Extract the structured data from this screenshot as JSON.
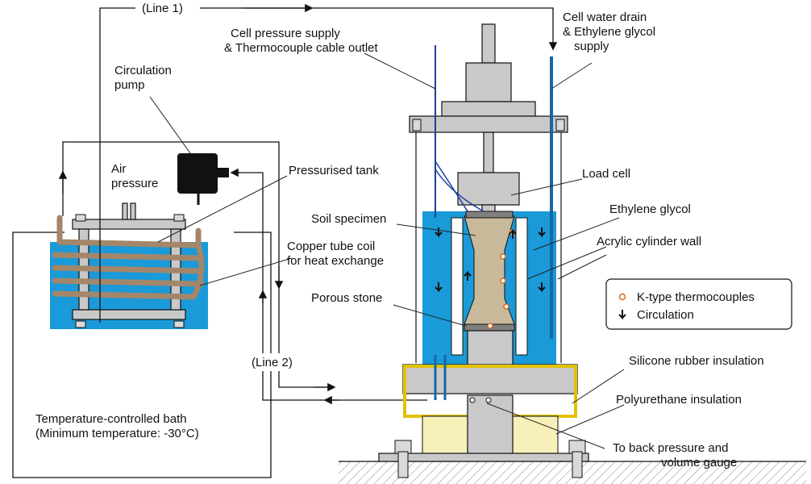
{
  "labels": {
    "line1": "(Line 1)",
    "line2": "(Line 2)",
    "circulation_pump": [
      "Circulation",
      "pump"
    ],
    "air_pressure": [
      "Air",
      "pressure"
    ],
    "pressurised_tank": "Pressurised tank",
    "copper_tube_coil": [
      "Copper tube coil",
      "for heat exchange"
    ],
    "bath": [
      "Temperature-controlled bath",
      "(Minimum temperature: -30°C)"
    ],
    "cell_pressure_supply": [
      "Cell pressure supply",
      "& Thermocouple cable outlet"
    ],
    "cell_water_drain": [
      "Cell water drain",
      "& Ethylene glycol",
      "supply"
    ],
    "load_cell": "Load cell",
    "ethylene_glycol": "Ethylene glycol",
    "soil_specimen": "Soil specimen",
    "acrylic_wall": "Acrylic cylinder wall",
    "porous_stone": "Porous stone",
    "silicone_rubber": "Silicone rubber insulation",
    "polyurethane": "Polyurethane insulation",
    "back_pressure": [
      "To back pressure and",
      "volume gauge"
    ]
  },
  "legend": {
    "thermocouples": "K-type thermocouples",
    "circulation": "Circulation"
  },
  "colors": {
    "water": "#1a9ad9",
    "copper": "#a4866a",
    "soil": "#c8b99a",
    "rubber": "#e2c200",
    "foam": "#f7f0b8"
  }
}
